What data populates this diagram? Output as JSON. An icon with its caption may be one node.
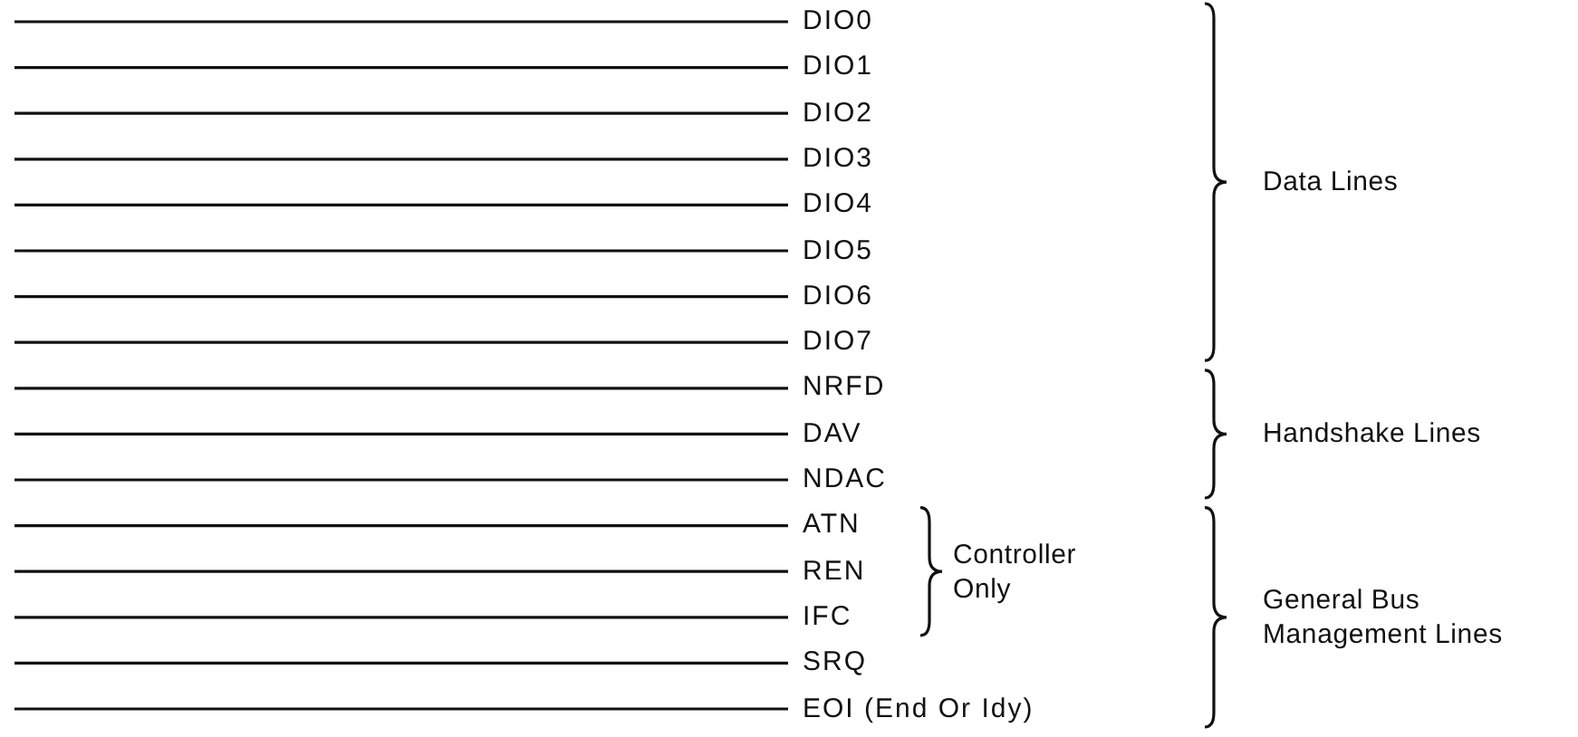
{
  "diagram": {
    "labels": [
      "DIO0",
      "DIO1",
      "DIO2",
      "DIO3",
      "DIO4",
      "DIO5",
      "DIO6",
      "DIO7",
      "Data Lines",
      "NRFD",
      "DAV",
      "NDAC",
      "Handshake Lines",
      "ATN",
      "REN",
      "IFC",
      "Controller Only",
      "General Bus Management Lines",
      "SRQ",
      "EOI (End Or Idy)"
    ]
  }
}
